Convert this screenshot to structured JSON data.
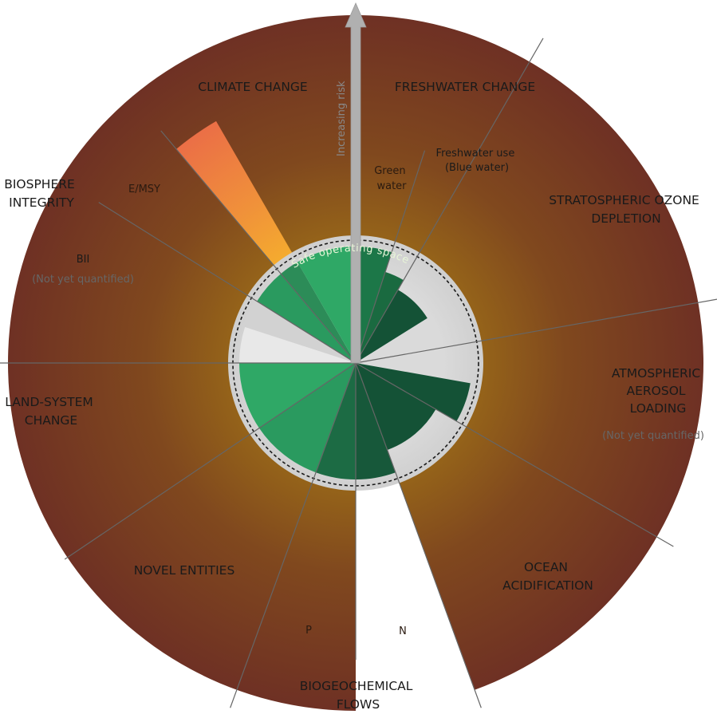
{
  "colors": {
    "zone_uncertainty": "#f2a234",
    "zone_high_risk": "#ea6a48",
    "zone_brown_inner": "#8a5a1c",
    "zone_brown_outer": "#7a3826",
    "safe_green": "#2fa866",
    "safe_green_dark": "#145236",
    "not_quantified": "#d9d9d9",
    "arrow": "#aaaaaa"
  },
  "arrow_label": "Increasing risk",
  "safe_label": "Safe operating space",
  "boundaries": {
    "climate_change": {
      "label": "CLIMATE CHANGE"
    },
    "freshwater_change": {
      "label": "FRESHWATER CHANGE",
      "green_water": [
        "Green",
        "water"
      ],
      "blue_water": [
        "Freshwater use",
        "(Blue water)"
      ]
    },
    "ozone": {
      "label": [
        "STRATOSPHERIC OZONE",
        "DEPLETION"
      ]
    },
    "aerosol": {
      "label": [
        "ATMOSPHERIC",
        "AEROSOL",
        "LOADING"
      ],
      "note": "(Not yet quantified)"
    },
    "ocean": {
      "label": [
        "OCEAN",
        "ACIDIFICATION"
      ]
    },
    "biogeochemical": {
      "label": [
        "BIOGEOCHEMICAL",
        "FLOWS"
      ],
      "n": "N",
      "p": "P"
    },
    "novel_entities": {
      "label": "NOVEL ENTITIES"
    },
    "land_system": {
      "label": [
        "LAND-SYSTEM",
        "CHANGE"
      ]
    },
    "biosphere": {
      "label": [
        "BIOSPHERE",
        "INTEGRITY"
      ],
      "emsy": "E/MSY",
      "bii": "BII",
      "bii_note": "(Not yet quantified)"
    }
  }
}
